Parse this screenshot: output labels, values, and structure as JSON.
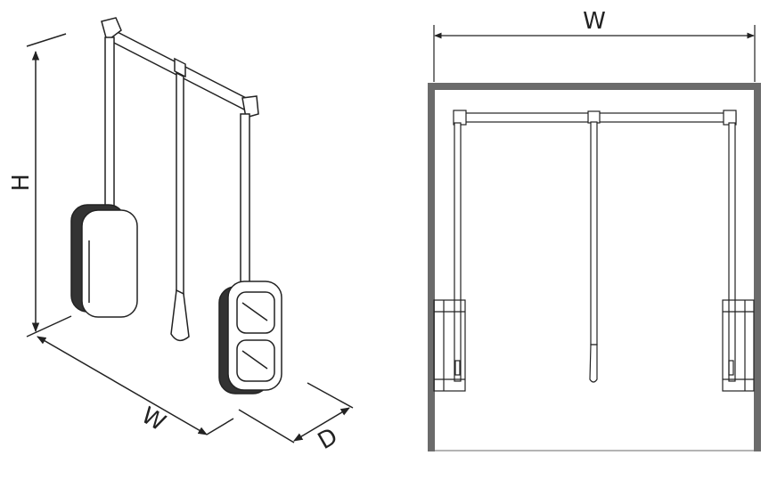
{
  "iso_view": {
    "height_label": "H",
    "width_label": "W",
    "depth_label": "D"
  },
  "front_view": {
    "width_label": "W"
  },
  "colors": {
    "line": "#222222",
    "cabinet": "#6b6b6b",
    "body": "#ffffff"
  }
}
